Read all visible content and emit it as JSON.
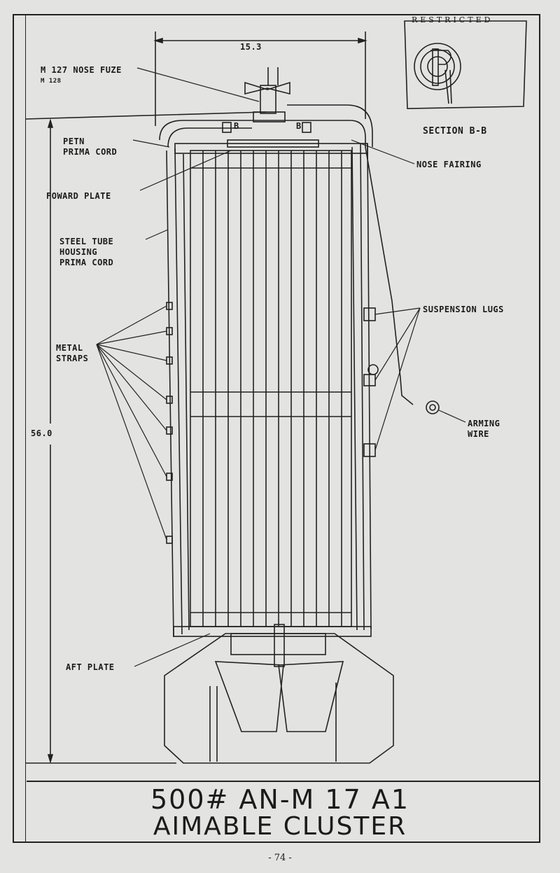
{
  "labels": {
    "nose_fuze": "M 127 NOSE FUZE",
    "nose_fuze_alt": "M 128",
    "petn": "PETN\nPRIMA CORD",
    "forward_plate": "FOWARD PLATE",
    "steel_tube": "STEEL TUBE\nHOUSING\nPRIMA CORD",
    "metal_straps": "METAL\nSTRAPS",
    "aft_plate": "AFT PLATE",
    "nose_fairing": "NOSE FAIRING",
    "suspension_lugs": "SUSPENSION LUGS",
    "arming_wire": "ARMING\nWIRE",
    "section": "SECTION B-B",
    "section_mark": "B",
    "restricted": "RESTRICTED"
  },
  "dimensions": {
    "width": "15.3",
    "length": "56.0"
  },
  "title": {
    "line1": "500# AN-M 17 A1",
    "line2": "AIMABLE CLUSTER"
  },
  "page_number": "- 74 -"
}
